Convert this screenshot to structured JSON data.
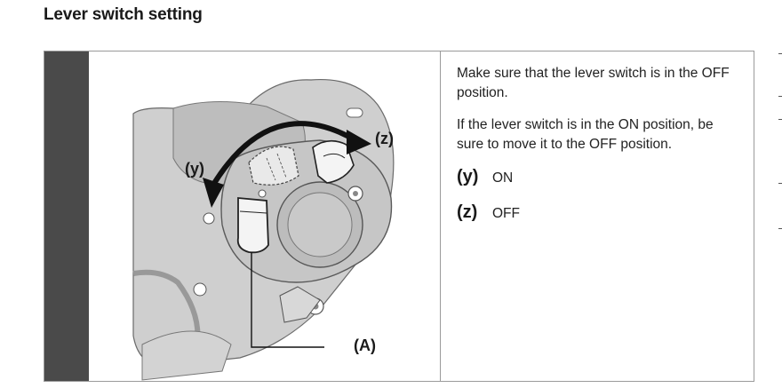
{
  "section": {
    "title": "Lever switch setting"
  },
  "figure": {
    "label_y": "(y)",
    "label_z": "(z)",
    "label_a": "(A)"
  },
  "instructions": {
    "para1": "Make sure that the lever switch is in the OFF position.",
    "para2": "If the lever switch is in the ON position, be sure to move it to the OFF position."
  },
  "legend": [
    {
      "key": "(y)",
      "value": "ON"
    },
    {
      "key": "(z)",
      "value": "OFF"
    }
  ]
}
